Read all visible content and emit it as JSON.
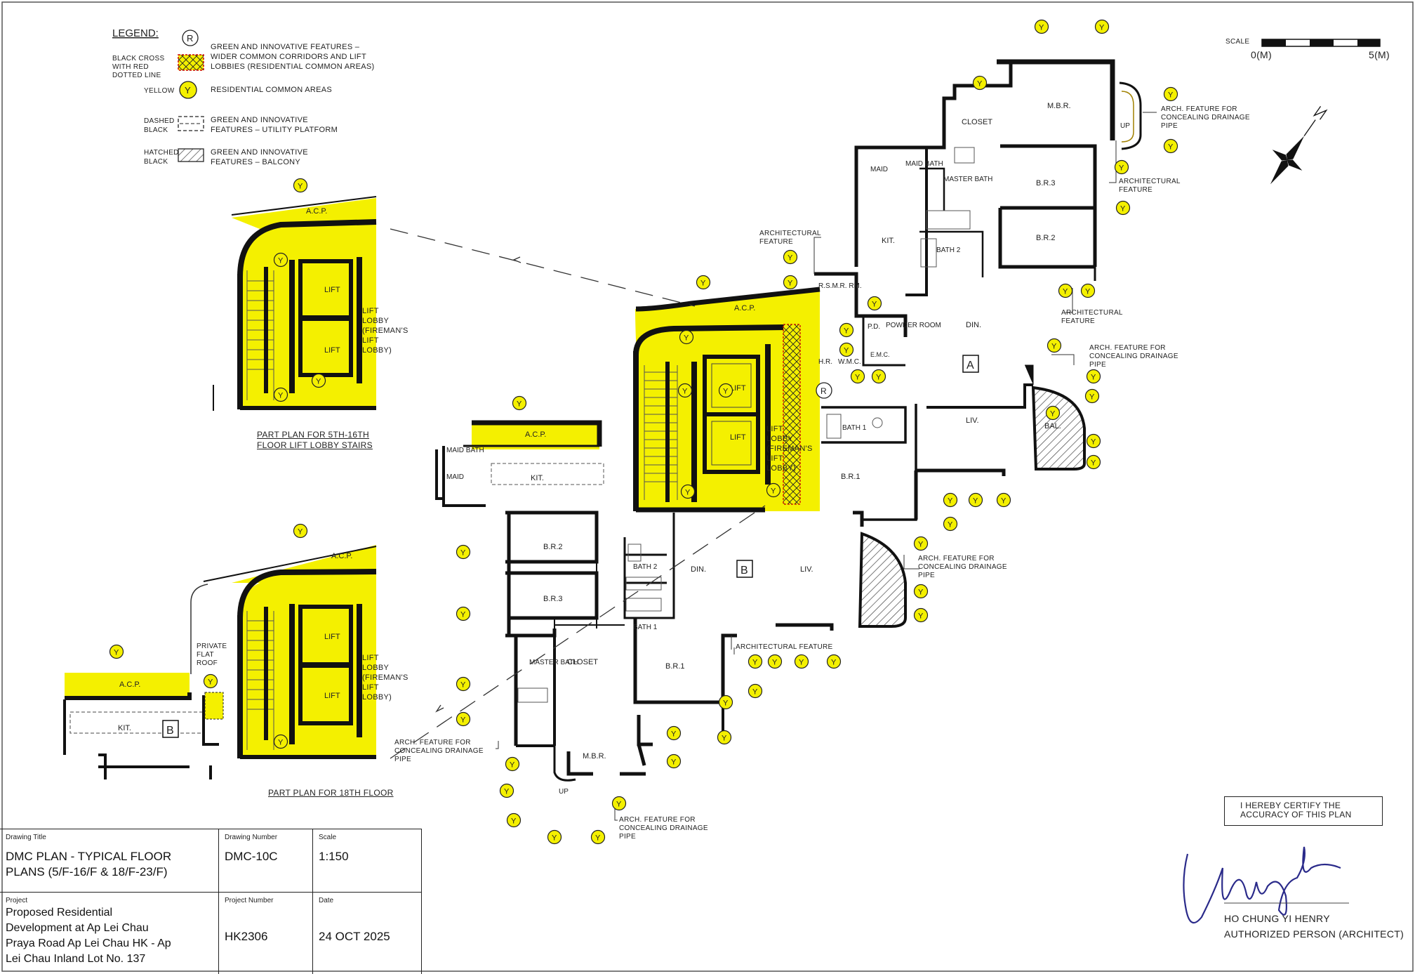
{
  "legend": {
    "title": "LEGEND:",
    "r_symbol": "R",
    "y_symbol": "Y",
    "items": [
      {
        "key": "BLACK CROSS WITH RED DOTTED LINE",
        "text": "GREEN AND INNOVATIVE FEATURES – WIDER COMMON CORRIDORS AND LIFT LOBBIES (RESIDENTIAL COMMON AREAS)"
      },
      {
        "key": "YELLOW",
        "text": "RESIDENTIAL COMMON AREAS"
      },
      {
        "key": "DASHED BLACK",
        "text": "GREEN AND INNOVATIVE FEATURES – UTILITY PLATFORM"
      },
      {
        "key": "HATCHED BLACK",
        "text": "GREEN AND INNOVATIVE FEATURES – BALCONY"
      }
    ]
  },
  "scale_bar": {
    "label": "SCALE",
    "start": "0(M)",
    "end": "5(M)"
  },
  "colors": {
    "common_area": "#f4f000",
    "wall": "#111111",
    "line": "#333333"
  },
  "plan_labels": {
    "acp": "A.C.P.",
    "lift": "LIFT",
    "lift_lobby": "LIFT LOBBY (FIREMAN'S LIFT LOBBY)",
    "mbr": "M.B.R.",
    "closet": "CLOSET",
    "br3": "B.R.3",
    "br2": "B.R.2",
    "br1": "B.R.1",
    "maid": "MAID",
    "maid_bath": "MAID BATH",
    "master_bath": "MASTER BATH",
    "kit": "KIT.",
    "bath2": "BATH 2",
    "bath1": "BATH 1",
    "din": "DIN.",
    "liv": "LIV.",
    "bal": "BAL.",
    "rsmr": "R.S.M.R. RM.",
    "pd": "P.D.",
    "powder": "POWDER ROOM",
    "hr": "H.R.",
    "wmc": "W.M.C.",
    "emc": "E.M.C.",
    "up": "UP",
    "flat_a": "A",
    "flat_b": "B",
    "private_roof": "PRIVATE FLAT ROOF",
    "arch_feature": "ARCHITECTURAL FEATURE",
    "arch_drainage": "ARCH. FEATURE FOR CONCEALING DRAINAGE PIPE",
    "part_plan_5_16": "PART PLAN FOR 5TH-16TH FLOOR LIFT LOBBY STAIRS",
    "part_plan_18": "PART PLAN FOR 18TH FLOOR"
  },
  "title_block": {
    "drawing_title_label": "Drawing Title",
    "drawing_title": "DMC PLAN - TYPICAL FLOOR PLANS (5/F-16/F & 18/F-23/F)",
    "drawing_number_label": "Drawing Number",
    "drawing_number": "DMC-10C",
    "scale_label": "Scale",
    "scale": "1:150",
    "project_label": "Project",
    "project": "Proposed Residential Development at Ap Lei Chau Praya Road Ap Lei Chau HK - Ap Lei Chau Inland Lot No. 137",
    "project_number_label": "Project Number",
    "project_number": "HK2306",
    "date_label": "Date",
    "date": "24 OCT 2025"
  },
  "certification": {
    "statement": "I HEREBY CERTIFY THE ACCURACY OF THIS PLAN",
    "name": "HO CHUNG YI HENRY",
    "role": "AUTHORIZED PERSON (ARCHITECT)"
  }
}
